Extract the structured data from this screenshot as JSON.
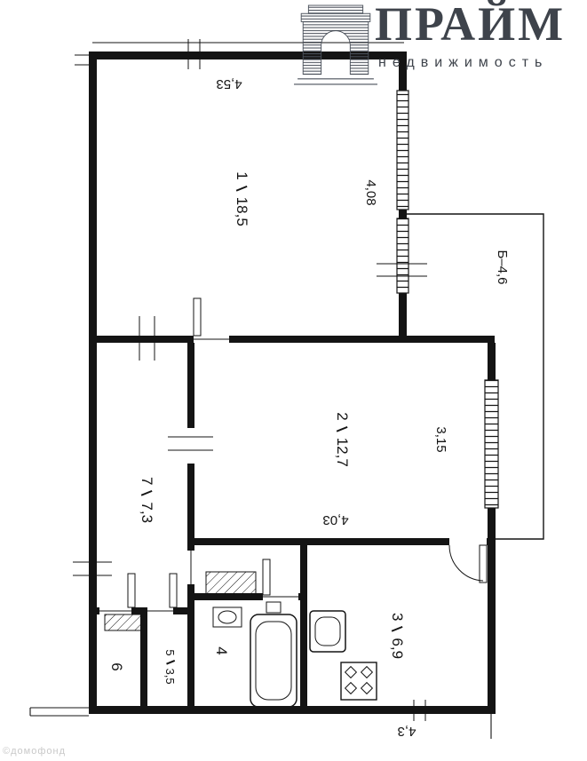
{
  "logo": {
    "brand": "ПРАЙМ",
    "tagline": "недвижимость"
  },
  "watermark": "©домофонд",
  "rooms": [
    {
      "number": "1",
      "area": "18,5"
    },
    {
      "number": "2",
      "area": "12,7"
    },
    {
      "number": "3",
      "area": "6,9"
    },
    {
      "number": "4",
      "area": ""
    },
    {
      "number": "5",
      "area": "3,5"
    },
    {
      "number": "6",
      "area": ""
    },
    {
      "number": "7",
      "area": "7,3"
    }
  ],
  "dimensions": {
    "room1_width": "4,53",
    "room1_depth": "4,08",
    "balcony": "Б–4,6",
    "room2_depth": "3,15",
    "room2_width": "4,03",
    "bottom": "4,3"
  },
  "colors": {
    "line": "#141414",
    "logo": "#3E434B",
    "watermark": "#C9C9C9"
  }
}
